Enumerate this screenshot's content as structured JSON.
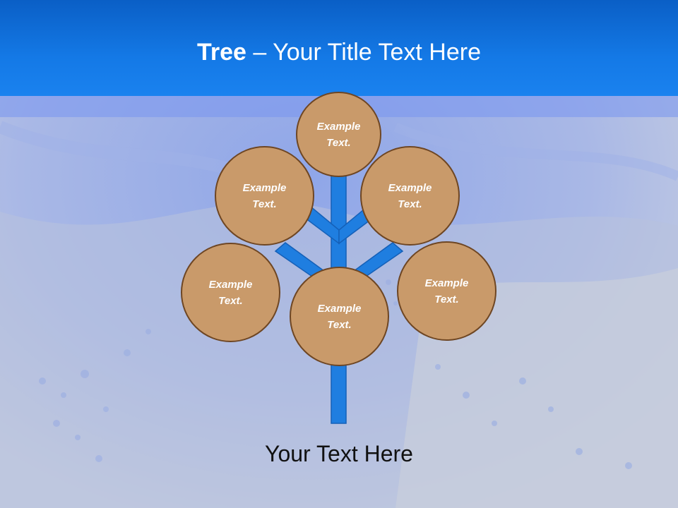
{
  "title": {
    "bold": "Tree",
    "rest": " – Your Title Text Here"
  },
  "circles": [
    {
      "text": "Example\nText."
    },
    {
      "text": "Example\nText."
    },
    {
      "text": "Example\nText."
    },
    {
      "text": "Example\nText."
    },
    {
      "text": "Example\nText."
    },
    {
      "text": "Example\nText."
    }
  ],
  "caption": "Your Text Here",
  "colors": {
    "header": "#1479e6",
    "circle_fill": "#c99a6a",
    "circle_border": "#6e4623",
    "branch": "#1f7ee0",
    "background": "#c7cfe4"
  }
}
